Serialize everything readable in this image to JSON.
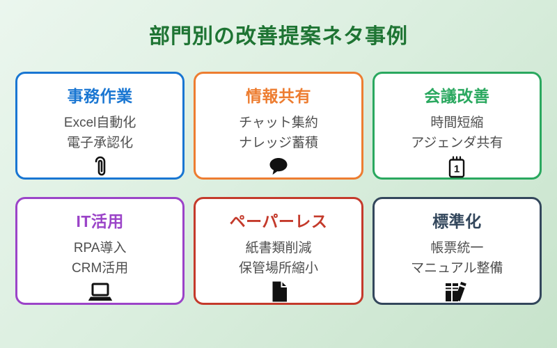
{
  "page": {
    "title": "部門別の改善提案ネタ事例",
    "title_color": "#1e7433",
    "background_top": "#ebf6ee",
    "background_bottom": "#c7e3cb"
  },
  "cards": [
    {
      "title": "事務作業",
      "color": "#1976d2",
      "items": [
        "Excel自動化",
        "電子承認化"
      ],
      "icon": "paperclip-icon"
    },
    {
      "title": "情報共有",
      "color": "#ed7d31",
      "items": [
        "チャット集約",
        "ナレッジ蓄積"
      ],
      "icon": "speech-bubble-icon"
    },
    {
      "title": "会議改善",
      "color": "#2aa85f",
      "items": [
        "時間短縮",
        "アジェンダ共有"
      ],
      "icon": "calendar-icon"
    },
    {
      "title": "IT活用",
      "color": "#9b44c8",
      "items": [
        "RPA導入",
        "CRM活用"
      ],
      "icon": "laptop-icon"
    },
    {
      "title": "ペーパーレス",
      "color": "#c43a2b",
      "items": [
        "紙書類削減",
        "保管場所縮小"
      ],
      "icon": "document-icon"
    },
    {
      "title": "標準化",
      "color": "#33475c",
      "items": [
        "帳票統一",
        "マニュアル整備"
      ],
      "icon": "books-icon"
    }
  ]
}
